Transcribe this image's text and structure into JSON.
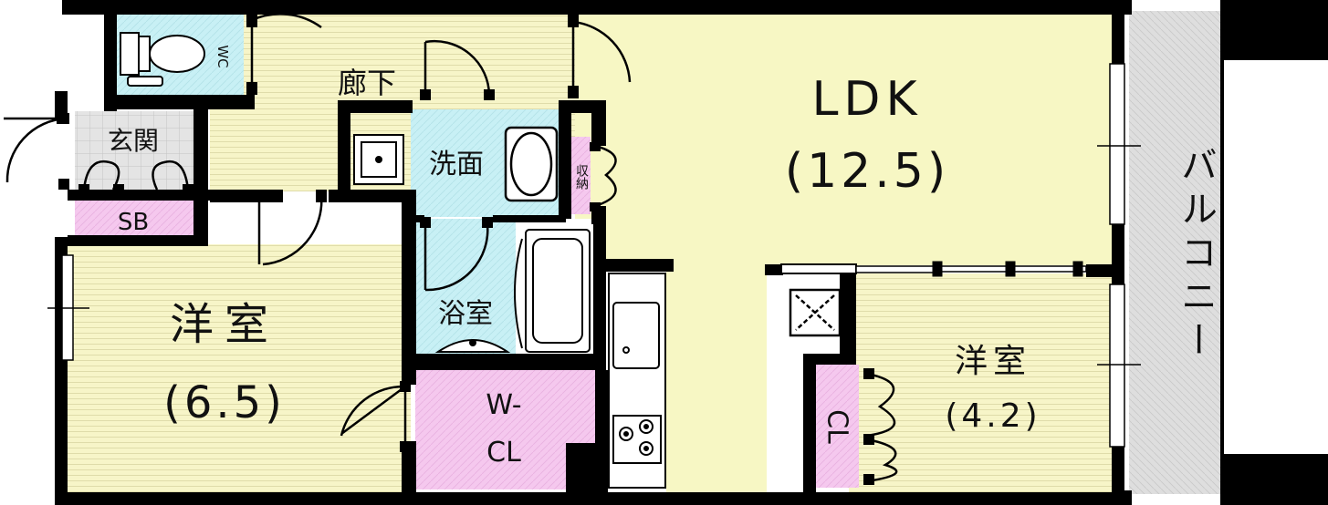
{
  "rooms": {
    "ldk": {
      "name": "LDK",
      "size": "(12.5)"
    },
    "western_main": {
      "name": "洋室",
      "size": "(6.5)"
    },
    "western_small": {
      "name": "洋室",
      "size": "(4.2)"
    },
    "corridor": "廊下",
    "entrance": "玄関",
    "shoe_box": "SB",
    "wc": "WC",
    "washroom": "洗面",
    "storage": "収納",
    "bath": "浴室",
    "wcl_line1": "W-",
    "wcl_line2": "CL",
    "closet": "CL",
    "balcony": "バルコニー"
  },
  "colors": {
    "wall": "#000000",
    "floor_wood": "#f7f5c8",
    "ldk_floor": "#f7f7c4",
    "wet_area": "#c8f0f5",
    "storage": "#f5c8ee",
    "entrance_tile": "#e0e0e0",
    "balcony": "#dcdcdc",
    "kitchen": "#ffffff"
  }
}
